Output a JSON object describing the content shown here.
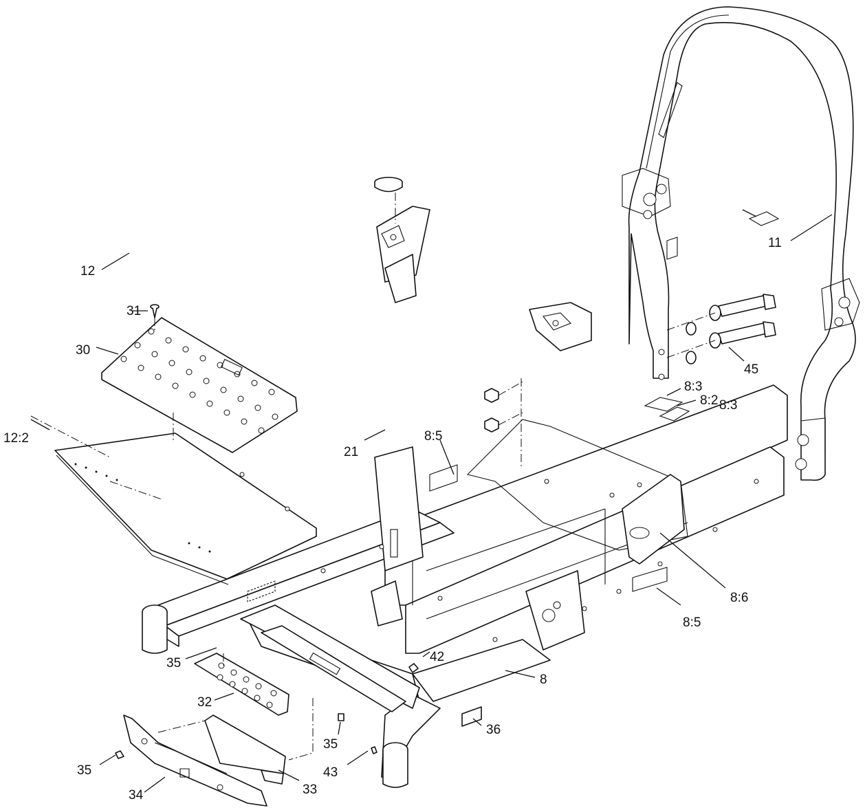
{
  "callouts": [
    {
      "id": "c11",
      "text": "11"
    },
    {
      "id": "c31",
      "text": "31"
    },
    {
      "id": "c30",
      "text": "30"
    },
    {
      "id": "c45",
      "text": "45"
    },
    {
      "id": "c8-3a",
      "text": "8:3"
    },
    {
      "id": "c8-2",
      "text": "8:2"
    },
    {
      "id": "c12-2",
      "text": "12:2"
    },
    {
      "id": "c8-5a",
      "text": "8:5"
    },
    {
      "id": "c21",
      "text": "21"
    },
    {
      "id": "c8-3b",
      "text": "8:3"
    },
    {
      "id": "c12",
      "text": "12"
    },
    {
      "id": "c8-6",
      "text": "8:6"
    },
    {
      "id": "c8-5b",
      "text": "8:5"
    },
    {
      "id": "c35a",
      "text": "35"
    },
    {
      "id": "c42",
      "text": "42"
    },
    {
      "id": "c8",
      "text": "8"
    },
    {
      "id": "c32",
      "text": "32"
    },
    {
      "id": "c36",
      "text": "36"
    },
    {
      "id": "c35b",
      "text": "35"
    },
    {
      "id": "c35c",
      "text": "35"
    },
    {
      "id": "c43",
      "text": "43"
    },
    {
      "id": "c33",
      "text": "33"
    },
    {
      "id": "c34",
      "text": "34"
    }
  ]
}
